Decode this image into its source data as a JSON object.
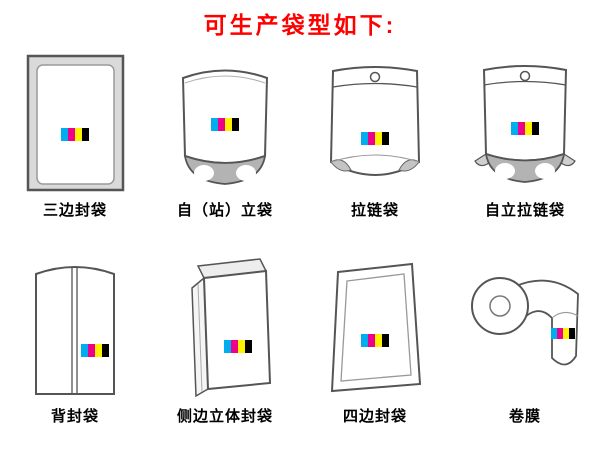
{
  "page": {
    "title": "可生产袋型如下:",
    "title_color": "#ff0000",
    "background": "#ffffff"
  },
  "cmyk_mark": {
    "label": "print-registration-colors",
    "colors": [
      "#00AEEF",
      "#EC008C",
      "#FFF200",
      "#000000"
    ]
  },
  "bags": [
    {
      "id": "three-side-seal",
      "label": "三边封袋"
    },
    {
      "id": "stand-up",
      "label": "自（站）立袋"
    },
    {
      "id": "zipper",
      "label": "拉链袋"
    },
    {
      "id": "stand-up-zipper",
      "label": "自立拉链袋"
    },
    {
      "id": "back-seal",
      "label": "背封袋"
    },
    {
      "id": "side-gusset",
      "label": "侧边立体封袋"
    },
    {
      "id": "four-side-seal",
      "label": "四边封袋"
    },
    {
      "id": "roll-film",
      "label": "卷膜"
    }
  ]
}
